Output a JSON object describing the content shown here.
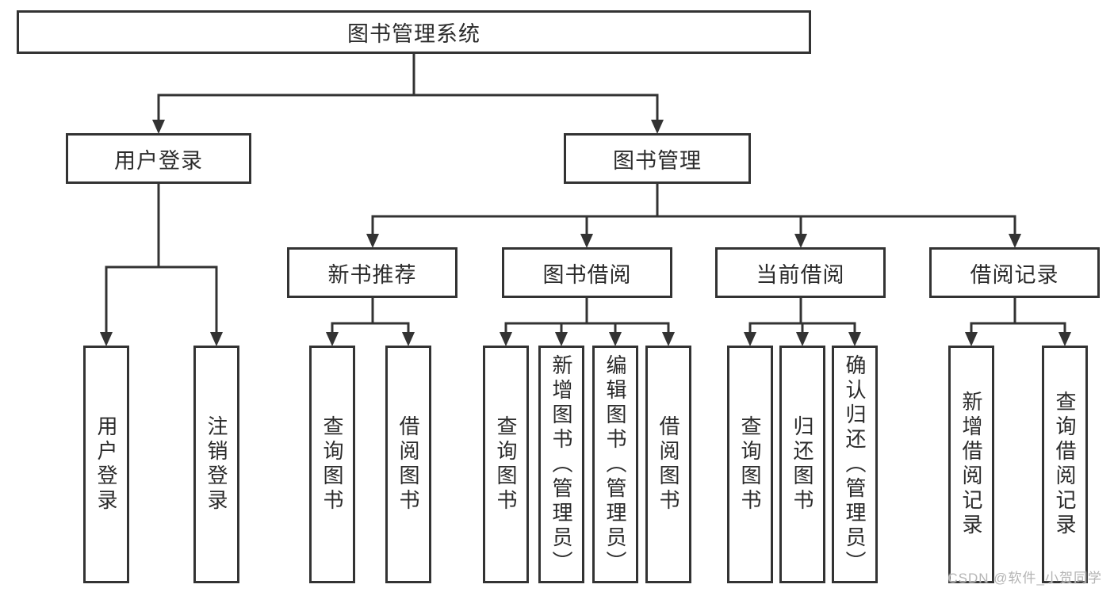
{
  "diagram": {
    "tree": {
      "root": {
        "label": "图书管理系统",
        "children": [
          {
            "label": "用户登录",
            "children": [
              {
                "label": "用户登录"
              },
              {
                "label": "注销登录"
              }
            ]
          },
          {
            "label": "图书管理",
            "children": [
              {
                "label": "新书推荐",
                "children": [
                  {
                    "label": "查询图书"
                  },
                  {
                    "label": "借阅图书"
                  }
                ]
              },
              {
                "label": "图书借阅",
                "children": [
                  {
                    "label": "查询图书"
                  },
                  {
                    "label": "新增图书（管理员）"
                  },
                  {
                    "label": "编辑图书（管理员）"
                  },
                  {
                    "label": "借阅图书"
                  }
                ]
              },
              {
                "label": "当前借阅",
                "children": [
                  {
                    "label": "查询图书"
                  },
                  {
                    "label": "归还图书"
                  },
                  {
                    "label": "确认归还（管理员）"
                  }
                ]
              },
              {
                "label": "借阅记录",
                "children": [
                  {
                    "label": "新增借阅记录"
                  },
                  {
                    "label": "查询借阅记录"
                  }
                ]
              }
            ]
          }
        ]
      }
    },
    "colors": {
      "line": "#333333",
      "box_border": "#333333",
      "text": "#2b2b2b",
      "watermark": "#b4b4b4",
      "background": "#ffffff"
    }
  },
  "watermark": {
    "text": "CSDN @软件_小贺同学"
  }
}
